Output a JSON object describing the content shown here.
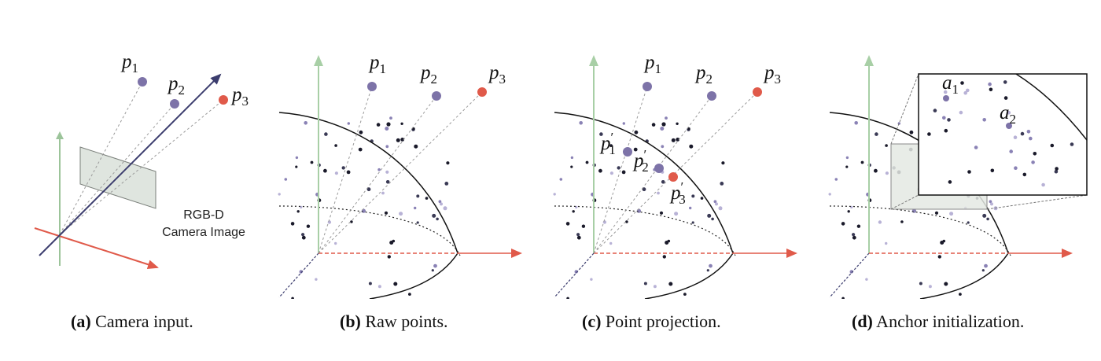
{
  "panels": [
    {
      "id": "a",
      "caption_letter": "(a)",
      "caption_text": " Camera input."
    },
    {
      "id": "b",
      "caption_letter": "(b)",
      "caption_text": " Raw points."
    },
    {
      "id": "c",
      "caption_letter": "(c)",
      "caption_text": " Point projection."
    },
    {
      "id": "d",
      "caption_letter": "(d)",
      "caption_text": " Anchor initialization."
    }
  ],
  "labels": {
    "p": "p",
    "p_prime": "p",
    "prime": "′",
    "a": "a",
    "sub1": "1",
    "sub2": "2",
    "sub3": "3",
    "image_plane_line1": "RGB-D",
    "image_plane_line2": "Camera Image"
  },
  "colors": {
    "purple_point": "#7d73a8",
    "red_point": "#e05a4a",
    "green_axis": "#9cc49a",
    "red_axis": "#e05a4a",
    "navy_axis": "#3c3d6e",
    "dark_dots": "#1a1a2a"
  }
}
